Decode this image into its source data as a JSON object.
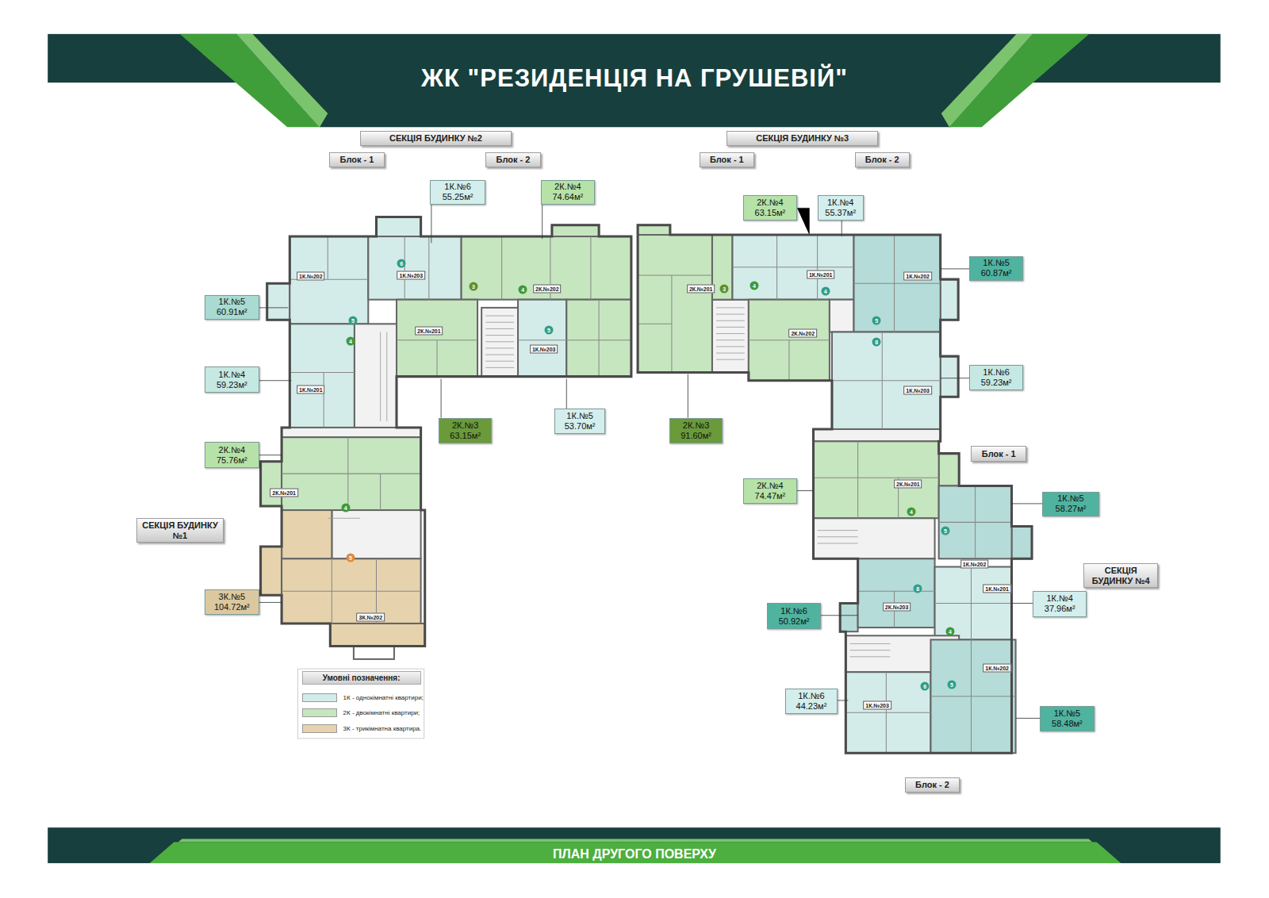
{
  "diagram": {
    "title": "ЖК \"РЕЗИДЕНЦІЯ НА ГРУШЕВІЙ\"",
    "caption": "ПЛАН ДРУГОГО ПОВЕРХУ",
    "nodes": [
      {
        "text": [
          "СЕКЦІЯ БУДИНКУ №2"
        ]
      },
      {
        "text": [
          "СЕКЦІЯ БУДИНКУ №3"
        ]
      },
      {
        "text": [
          "Блок - 1"
        ]
      },
      {
        "text": [
          "Блок - 2"
        ]
      },
      {
        "text": [
          "Блок - 1"
        ]
      },
      {
        "text": [
          "Блок - 2"
        ]
      },
      {
        "text": [
          "1К.№6",
          "55.25м²"
        ]
      },
      {
        "text": [
          "2К.№4",
          "74.64м²"
        ]
      },
      {
        "text": [
          "2К.№4",
          "63.15м²"
        ]
      },
      {
        "text": [
          "1К.№4",
          "55.37м²"
        ]
      },
      {
        "text": [
          "1К.№5",
          "60.87м²"
        ]
      },
      {
        "text": [
          "1К.№5",
          "60.91м²"
        ]
      },
      {
        "text": [
          "1К.№4",
          "59.23м²"
        ]
      },
      {
        "text": [
          "1К.№6",
          "59.23м²"
        ]
      },
      {
        "text": [
          "2К.№3",
          "63.15м²"
        ]
      },
      {
        "text": [
          "1К.№5",
          "53.70м²"
        ]
      },
      {
        "text": [
          "2К.№3",
          "91.60м²"
        ]
      },
      {
        "text": [
          "Блок - 1"
        ]
      },
      {
        "text": [
          "2К.№4",
          "75.76м²"
        ]
      },
      {
        "text": [
          "1К.№5",
          "58.27м²"
        ]
      },
      {
        "text": [
          "2К.№4",
          "74.47м²"
        ]
      },
      {
        "text": [
          "СЕКЦІЯ БУДИНКУ №1"
        ]
      },
      {
        "text": [
          "СЕКЦІЯ БУДИНКУ №4"
        ]
      },
      {
        "text": [
          "3К.№5",
          "104.72м²"
        ]
      },
      {
        "text": [
          "1К.№4",
          "37.96м²"
        ]
      },
      {
        "text": [
          "1К.№6",
          "50.92м²"
        ]
      },
      {
        "text": [
          "1К.№6",
          "44.23м²"
        ]
      },
      {
        "text": [
          "1К.№5",
          "58.48м²"
        ]
      },
      {
        "text": [
          "Блок - 2"
        ]
      }
    ],
    "labels": [
      "1К.№202",
      "1К.№203",
      "2К.№202",
      "2К.№201",
      "1К.№203",
      "1К.№201",
      "2К.№201",
      "1К.№201",
      "1К.№202",
      "2К.№202",
      "1К.№203",
      "2К.№201",
      "3К.№202",
      "2К.№201",
      "1К.№202",
      "2К.№203",
      "1К.№201",
      "1К.№202",
      "1К.№203",
      "6",
      "5",
      "4",
      "3",
      "4",
      "5",
      "3",
      "4",
      "4",
      "5",
      "8",
      "4",
      "5",
      "4",
      "5",
      "8",
      "4",
      "6",
      "5",
      "Умовні позначення:"
    ],
    "legend": [
      {
        "text": "1К - однокімнатні квартири;",
        "color": "#d3ecea"
      },
      {
        "text": "2К - двокімнатні квартири;",
        "color": "#c6e6bf"
      },
      {
        "text": "3К - трикімнатна квартира.",
        "color": "#e6d3ad"
      }
    ]
  }
}
